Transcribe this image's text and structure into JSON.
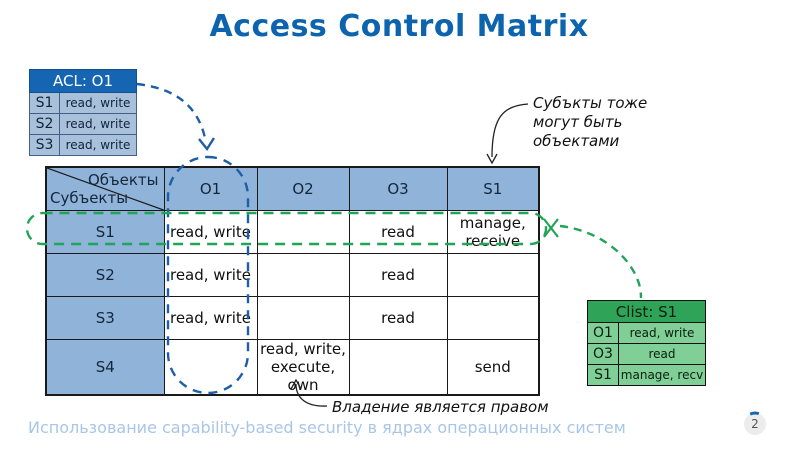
{
  "title": "Access Control Matrix",
  "acl_table": {
    "title": "ACL: O1",
    "rows": [
      {
        "key": "S1",
        "value": "read, write"
      },
      {
        "key": "S2",
        "value": "read, write"
      },
      {
        "key": "S3",
        "value": "read, write"
      }
    ]
  },
  "clist_table": {
    "title": "Clist: S1",
    "rows": [
      {
        "key": "O1",
        "value": "read, write"
      },
      {
        "key": "O3",
        "value": "read"
      },
      {
        "key": "S1",
        "value": "manage, recv"
      }
    ]
  },
  "matrix": {
    "corner_top": "Объекты",
    "corner_bottom": "Субъекты",
    "columns": [
      "O1",
      "O2",
      "O3",
      "S1"
    ],
    "rows": [
      {
        "subject": "S1",
        "cells": [
          "read, write",
          "",
          "read",
          "manage, receive"
        ]
      },
      {
        "subject": "S2",
        "cells": [
          "read, write",
          "",
          "read",
          ""
        ]
      },
      {
        "subject": "S3",
        "cells": [
          "read, write",
          "",
          "read",
          ""
        ]
      },
      {
        "subject": "S4",
        "cells": [
          "",
          "read, write, execute, own",
          "",
          "send"
        ]
      }
    ]
  },
  "annotations": {
    "subjects_note": "Субъкты тоже могут быть объектами",
    "ownership_note": "Владение является правом"
  },
  "footer": {
    "text": "Использование capability-based security в ядрах операционных систем",
    "page_number": "2"
  },
  "colors": {
    "title_blue": "#0d64ae",
    "acl_header_bg": "#1565b2",
    "acl_row_bg": "#a9c0da",
    "matrix_header_bg": "#8fb3d9",
    "clist_header_bg": "#2fa357",
    "clist_row_bg": "#80cf97",
    "highlight_blue": "#1d5fa6",
    "highlight_green": "#21a457",
    "footer_text": "#a8c6e8"
  }
}
